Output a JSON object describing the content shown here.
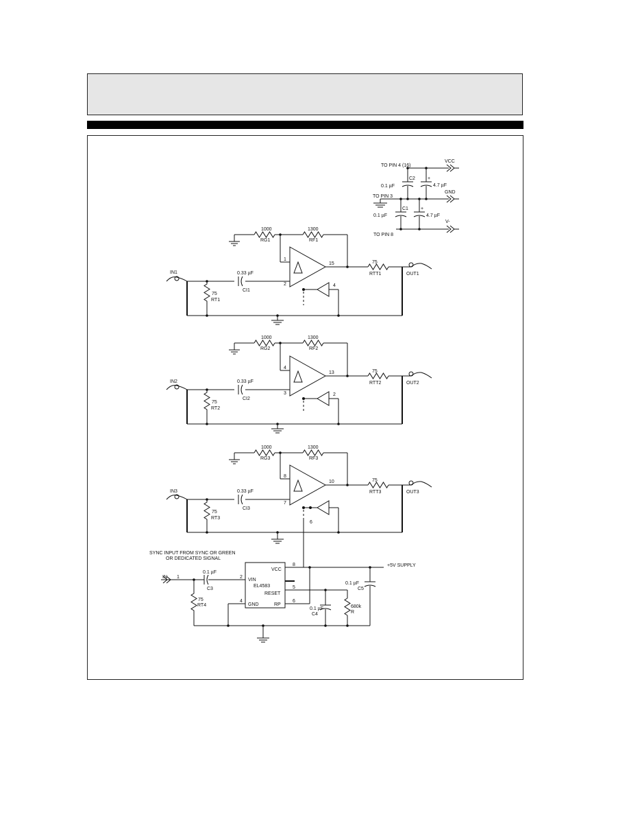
{
  "supply": {
    "pin4_label": "TO PIN 4 (16)",
    "pin3_label": "TO PIN 3",
    "pin8_label": "TO PIN 8",
    "vcc_label": "VCC",
    "gnd_label": "GND",
    "vneg_label": "V-",
    "c2_value": "0.1 µF",
    "c2_ref": "C2",
    "c2_elec_value": "4.7 µF",
    "c1_value": "0.1 µF",
    "c1_ref": "C1",
    "c1_elec_value": "4.7 µF",
    "plus_mark": "+"
  },
  "channels": [
    {
      "rg_value": "1000",
      "rg_ref": "RG1",
      "rf_value": "1300",
      "rf_ref": "RF1",
      "in_label": "IN1",
      "cap_value": "0.33 µF",
      "cap_ref": "CI1",
      "rt_value": "75",
      "rt_ref": "RT1",
      "ro_value": "75",
      "ro_ref": "RTT1",
      "out_label": "OUT1",
      "pin_inv": "1",
      "pin_noninv": "2",
      "pin_out": "15",
      "pin_ctl": "4"
    },
    {
      "rg_value": "1000",
      "rg_ref": "RG2",
      "rf_value": "1300",
      "rf_ref": "RF2",
      "in_label": "IN2",
      "cap_value": "0.33 µF",
      "cap_ref": "CI2",
      "rt_value": "75",
      "rt_ref": "RT2",
      "ro_value": "75",
      "ro_ref": "RTT2",
      "out_label": "OUT2",
      "pin_inv": "4",
      "pin_noninv": "3",
      "pin_out": "13",
      "pin_ctl": "2"
    },
    {
      "rg_value": "1000",
      "rg_ref": "RG3",
      "rf_value": "1300",
      "rf_ref": "RF3",
      "in_label": "IN3",
      "cap_value": "0.33 µF",
      "cap_ref": "CI3",
      "rt_value": "75",
      "rt_ref": "RT3",
      "ro_value": "75",
      "ro_ref": "RTT3",
      "out_label": "OUT3",
      "pin_inv": "8",
      "pin_noninv": "7",
      "pin_out": "10",
      "pin_ctl": "6"
    }
  ],
  "sync": {
    "note_line1": "SYNC INPUT FROM SYNC OR GREEN",
    "note_line2": "OR DEDICATED SIGNAL",
    "in_label": "IN",
    "in_pin": "1",
    "cap_value": "0.1 µF",
    "cap_ref": "C3",
    "rt_value": "75",
    "rt_ref": "RT4",
    "ic_name": "EL4583",
    "ic_vcc": "VCC",
    "ic_vin": "VIN",
    "ic_reset": "RESET",
    "ic_gnd": "GND",
    "ic_rp": "RP",
    "pin_vcc": "8",
    "pin_vin": "2",
    "pin_reset": "5",
    "pin_gnd": "4",
    "pin_rp": "6",
    "c4_value": "0.1 µF",
    "c4_ref": "C4",
    "r_value": "680k",
    "r_ref": "R",
    "c5_value": "0.1 µF",
    "c5_ref": "C5",
    "supply_label": "+5V SUPPLY"
  }
}
